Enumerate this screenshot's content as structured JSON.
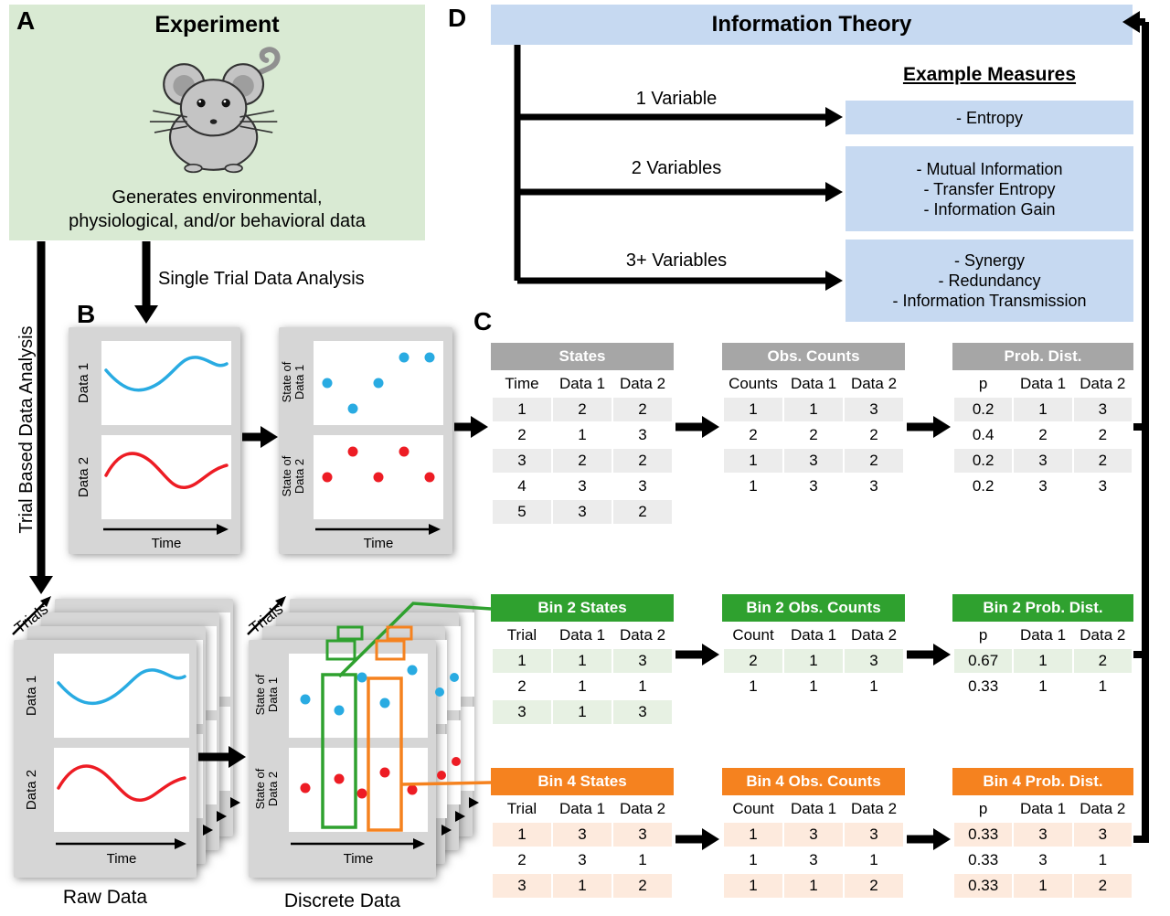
{
  "colors": {
    "panelA_bg": "#d9ead3",
    "blue_box": "#c6d9f1",
    "gray_header": "#a6a6a6",
    "green_header": "#2fa12f",
    "orange_header": "#f5821f",
    "blue_curve": "#29abe2",
    "red_curve": "#ed1c24"
  },
  "panelA": {
    "letter": "A",
    "title": "Experiment",
    "caption": "Generates environmental,\nphysiological, and/or behavioral data"
  },
  "panelB": {
    "letter": "B",
    "single_trial_analysis_label": "Single Trial Data Analysis",
    "trial_based_analysis_label": "Trial Based Data Analysis",
    "trials_label": "Trials",
    "raw_data_label": "Raw Data",
    "discrete_data_label": "Discrete Data",
    "time_label": "Time",
    "data1_label": "Data 1",
    "data2_label": "Data 2",
    "state_of_data1_label": "State of\nData 1",
    "state_of_data2_label": "State of\nData 2"
  },
  "panelC": {
    "letter": "C",
    "tables": {
      "states": {
        "title": "States",
        "columns": [
          "Time",
          "Data 1",
          "Data 2"
        ],
        "rows": [
          [
            "1",
            "2",
            "2"
          ],
          [
            "2",
            "1",
            "3"
          ],
          [
            "3",
            "2",
            "2"
          ],
          [
            "4",
            "3",
            "3"
          ],
          [
            "5",
            "3",
            "2"
          ]
        ]
      },
      "obs_counts": {
        "title": "Obs. Counts",
        "columns": [
          "Counts",
          "Data 1",
          "Data 2"
        ],
        "rows": [
          [
            "1",
            "1",
            "3"
          ],
          [
            "2",
            "2",
            "2"
          ],
          [
            "1",
            "3",
            "2"
          ],
          [
            "1",
            "3",
            "3"
          ]
        ]
      },
      "prob_dist": {
        "title": "Prob. Dist.",
        "columns": [
          "p",
          "Data 1",
          "Data 2"
        ],
        "rows": [
          [
            "0.2",
            "1",
            "3"
          ],
          [
            "0.4",
            "2",
            "2"
          ],
          [
            "0.2",
            "3",
            "2"
          ],
          [
            "0.2",
            "3",
            "3"
          ]
        ]
      },
      "bin2_states": {
        "title": "Bin 2 States",
        "columns": [
          "Trial",
          "Data 1",
          "Data 2"
        ],
        "rows": [
          [
            "1",
            "1",
            "3"
          ],
          [
            "2",
            "1",
            "1"
          ],
          [
            "3",
            "1",
            "3"
          ]
        ]
      },
      "bin2_obs_counts": {
        "title": "Bin 2 Obs. Counts",
        "columns": [
          "Count",
          "Data 1",
          "Data 2"
        ],
        "rows": [
          [
            "2",
            "1",
            "3"
          ],
          [
            "1",
            "1",
            "1"
          ]
        ]
      },
      "bin2_prob_dist": {
        "title": "Bin 2 Prob. Dist.",
        "columns": [
          "p",
          "Data 1",
          "Data 2"
        ],
        "rows": [
          [
            "0.67",
            "1",
            "2"
          ],
          [
            "0.33",
            "1",
            "1"
          ]
        ]
      },
      "bin4_states": {
        "title": "Bin 4 States",
        "columns": [
          "Trial",
          "Data 1",
          "Data 2"
        ],
        "rows": [
          [
            "1",
            "3",
            "3"
          ],
          [
            "2",
            "3",
            "1"
          ],
          [
            "3",
            "1",
            "2"
          ]
        ]
      },
      "bin4_obs_counts": {
        "title": "Bin 4 Obs. Counts",
        "columns": [
          "Count",
          "Data 1",
          "Data 2"
        ],
        "rows": [
          [
            "1",
            "3",
            "3"
          ],
          [
            "1",
            "3",
            "1"
          ],
          [
            "1",
            "1",
            "2"
          ]
        ]
      },
      "bin4_prob_dist": {
        "title": "Bin 4 Prob. Dist.",
        "columns": [
          "p",
          "Data 1",
          "Data 2"
        ],
        "rows": [
          [
            "0.33",
            "3",
            "3"
          ],
          [
            "0.33",
            "3",
            "1"
          ],
          [
            "0.33",
            "1",
            "2"
          ]
        ]
      }
    }
  },
  "panelD": {
    "letter": "D",
    "title": "Information Theory",
    "measures_heading": "Example Measures",
    "branches": [
      {
        "label": "1 Variable",
        "measures": [
          "- Entropy"
        ]
      },
      {
        "label": "2 Variables",
        "measures": [
          "- Mutual Information",
          "- Transfer Entropy",
          "- Information Gain"
        ]
      },
      {
        "label": "3+ Variables",
        "measures": [
          "- Synergy",
          "- Redundancy",
          "- Information Transmission"
        ]
      }
    ]
  }
}
